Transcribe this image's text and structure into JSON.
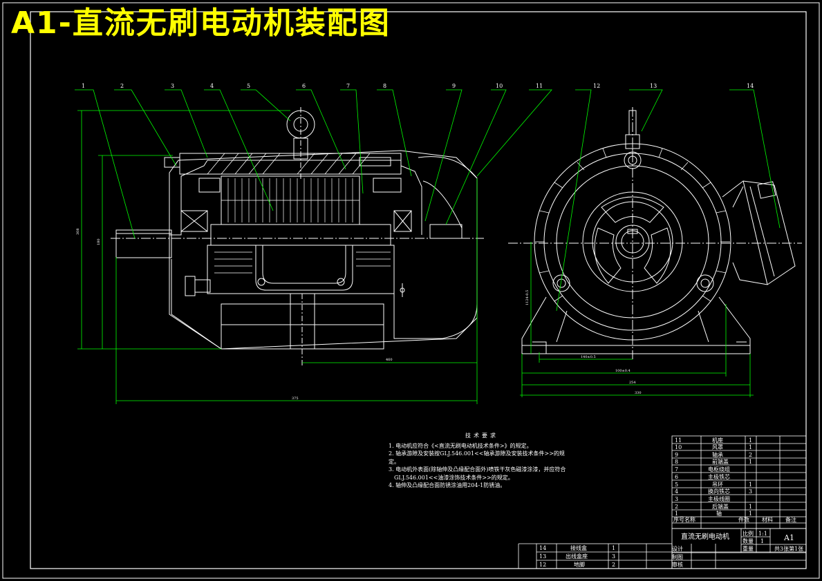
{
  "title": "A1-直流无刷电动机装配图",
  "balloons": [
    "1",
    "2",
    "3",
    "4",
    "5",
    "6",
    "7",
    "8",
    "9",
    "10",
    "11",
    "12",
    "13",
    "14"
  ],
  "dimensions": {
    "d_front_vertical_1": "308",
    "d_front_vertical_2": "180",
    "d_front_horizontal_inner": "460",
    "d_front_horizontal_overall": "375",
    "d_side_vertical": "1124-0.5",
    "d_side_h1": "140±0.5",
    "d_side_h2": "100±0.4",
    "d_side_h3": "254",
    "d_side_h4": "330"
  },
  "tech_notes": {
    "title": "技术要求",
    "items": [
      "1. 电动机应符合《<直流无刷电动机技术条件>》的规定。",
      "2. 轴承游隙及安装按GLJ.546.001<<轴承游隙及安装技术条件>>的规定。",
      "3. 电动机外表面(除轴伸及凸缘配合面外)喷铁干灰色磁漆涂漆，并应符合",
      "GLJ.546.001<<油漆涂饰技术条件>>的规定。",
      "4. 轴伸及凸缘配合面防锈涂油用204-1防锈油。"
    ]
  },
  "parts_list": [
    {
      "no": "11",
      "name": "机座",
      "qty": "1"
    },
    {
      "no": "10",
      "name": "风罩",
      "qty": "1"
    },
    {
      "no": "9",
      "name": "轴承",
      "qty": "2"
    },
    {
      "no": "8",
      "name": "前端盖",
      "qty": "1"
    },
    {
      "no": "7",
      "name": "电枢绕组",
      "qty": ""
    },
    {
      "no": "6",
      "name": "主极铁芯",
      "qty": ""
    },
    {
      "no": "5",
      "name": "吊环",
      "qty": "1"
    },
    {
      "no": "4",
      "name": "换向铁芯",
      "qty": "3"
    },
    {
      "no": "3",
      "name": "主极线圈",
      "qty": ""
    },
    {
      "no": "2",
      "name": "后端盖",
      "qty": "1"
    },
    {
      "no": "1",
      "name": "轴",
      "qty": "1"
    }
  ],
  "parts_header": {
    "no": "序号",
    "name": "名称",
    "qty": "件数",
    "material": "材料",
    "note": "备注"
  },
  "parts_list_lower": [
    {
      "no": "14",
      "name": "接线盒",
      "qty": "1"
    },
    {
      "no": "13",
      "name": "出线盒座",
      "qty": "3"
    },
    {
      "no": "12",
      "name": "地脚",
      "qty": "2"
    }
  ],
  "title_block": {
    "drawing_name": "直流无刷电动机",
    "scale_label": "比例",
    "scale_value": "1:1",
    "qty_label": "数量",
    "qty_value": "1",
    "sheet_size": "A1",
    "weight_label": "重量",
    "sheet_info": "共3张第1张",
    "design": "设计",
    "draw": "制图",
    "check": "审核"
  },
  "colors": {
    "background": "#000000",
    "lines": "#ffffff",
    "leaders": "#00ff00",
    "title": "#ffff00"
  }
}
